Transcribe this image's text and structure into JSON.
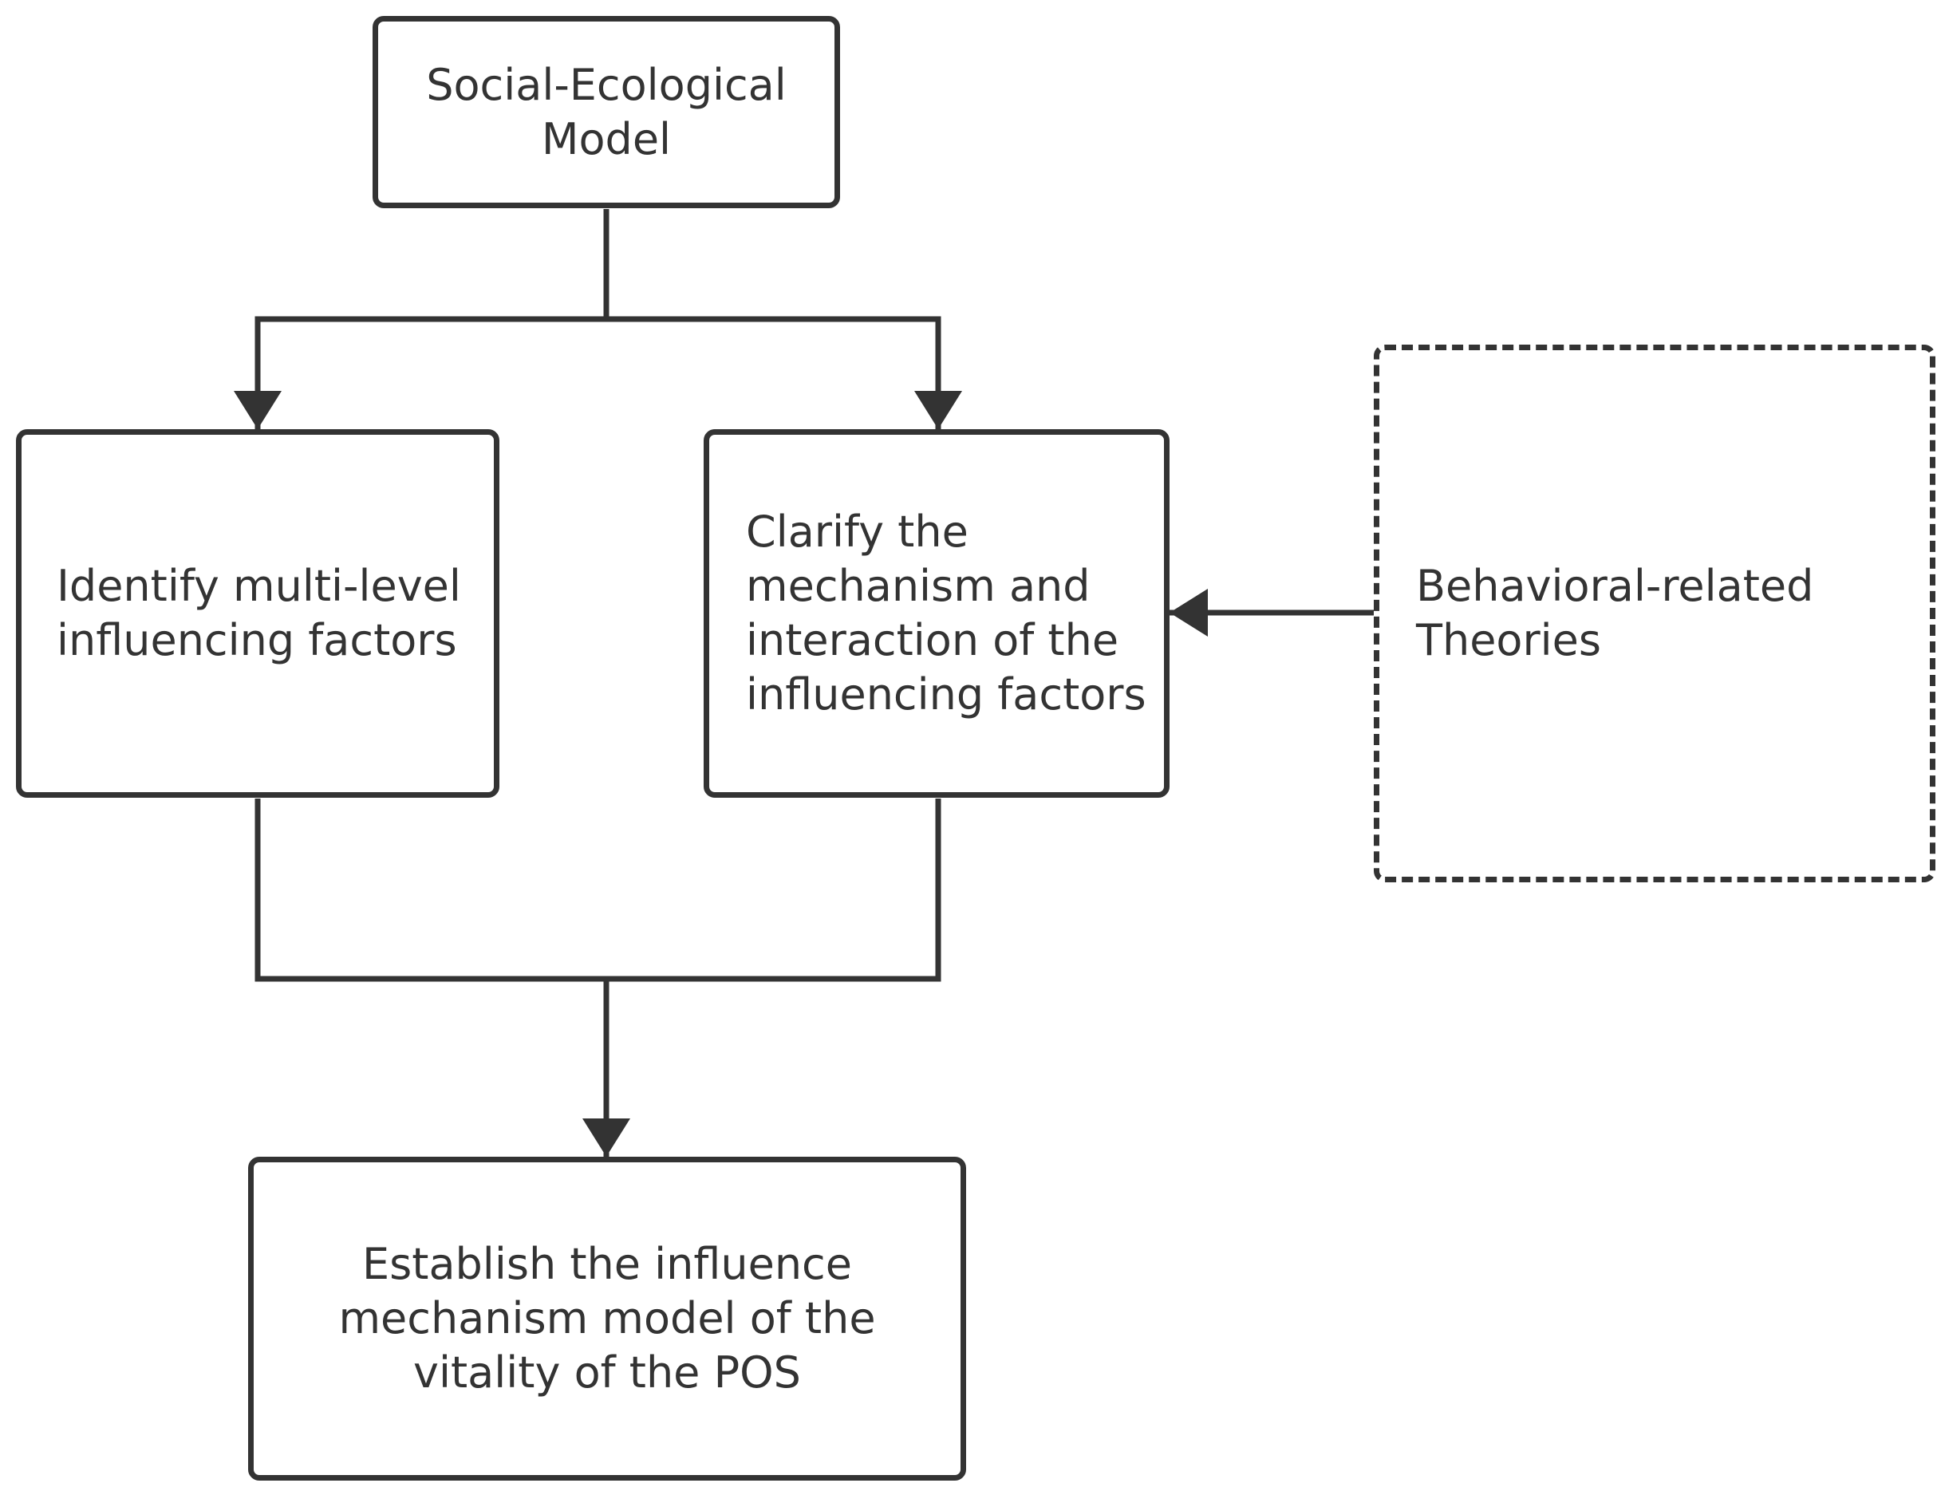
{
  "diagram": {
    "nodes": [
      {
        "id": "sem",
        "label": "Social-Ecological\nModel",
        "border": "solid"
      },
      {
        "id": "identify",
        "label": "Identify multi-level\ninfluencing factors",
        "border": "solid"
      },
      {
        "id": "clarify",
        "label": "Clarify the\nmechanism and\ninteraction of the\ninfluencing factors",
        "border": "solid"
      },
      {
        "id": "behavioral",
        "label": "Behavioral-related\nTheories",
        "border": "dashed"
      },
      {
        "id": "establish",
        "label": "Establish the influence\nmechanism model of the\nvitality of the POS",
        "border": "solid"
      }
    ],
    "edges": [
      {
        "from": "sem",
        "to": "identify"
      },
      {
        "from": "sem",
        "to": "clarify"
      },
      {
        "from": "behavioral",
        "to": "clarify"
      },
      {
        "from": "identify",
        "to": "establish"
      },
      {
        "from": "clarify",
        "to": "establish"
      }
    ],
    "colors": {
      "stroke": "#333333",
      "text": "#333333",
      "background": "#ffffff"
    }
  }
}
